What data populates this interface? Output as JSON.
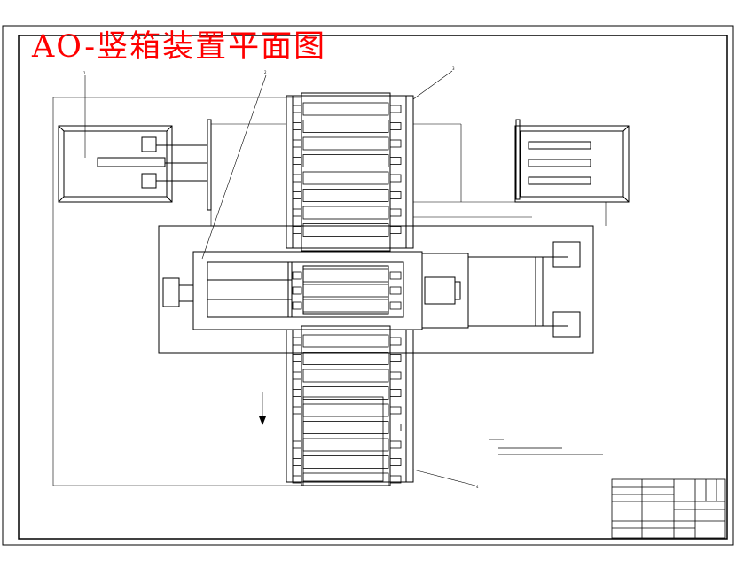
{
  "drawing": {
    "title": "AO-竖箱装置平面图",
    "title_color": "#ff0000",
    "line_color": "#000000",
    "background": "#ffffff"
  },
  "leaders": {
    "p1": "1",
    "p2": "2",
    "p3": "3",
    "p4": "4"
  }
}
